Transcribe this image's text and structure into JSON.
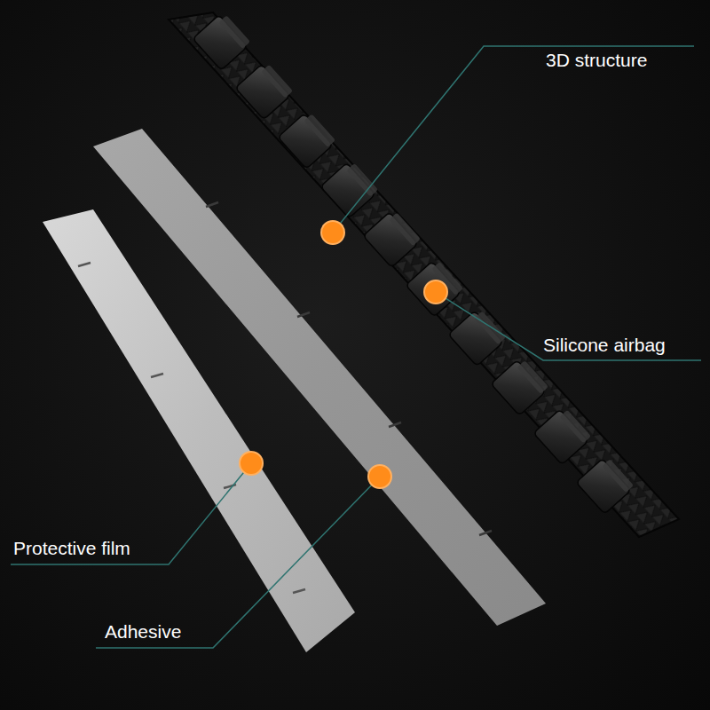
{
  "diagram": {
    "labels": [
      "3D structure",
      "Silicone airbag",
      "Protective film",
      "Adhesive"
    ]
  }
}
